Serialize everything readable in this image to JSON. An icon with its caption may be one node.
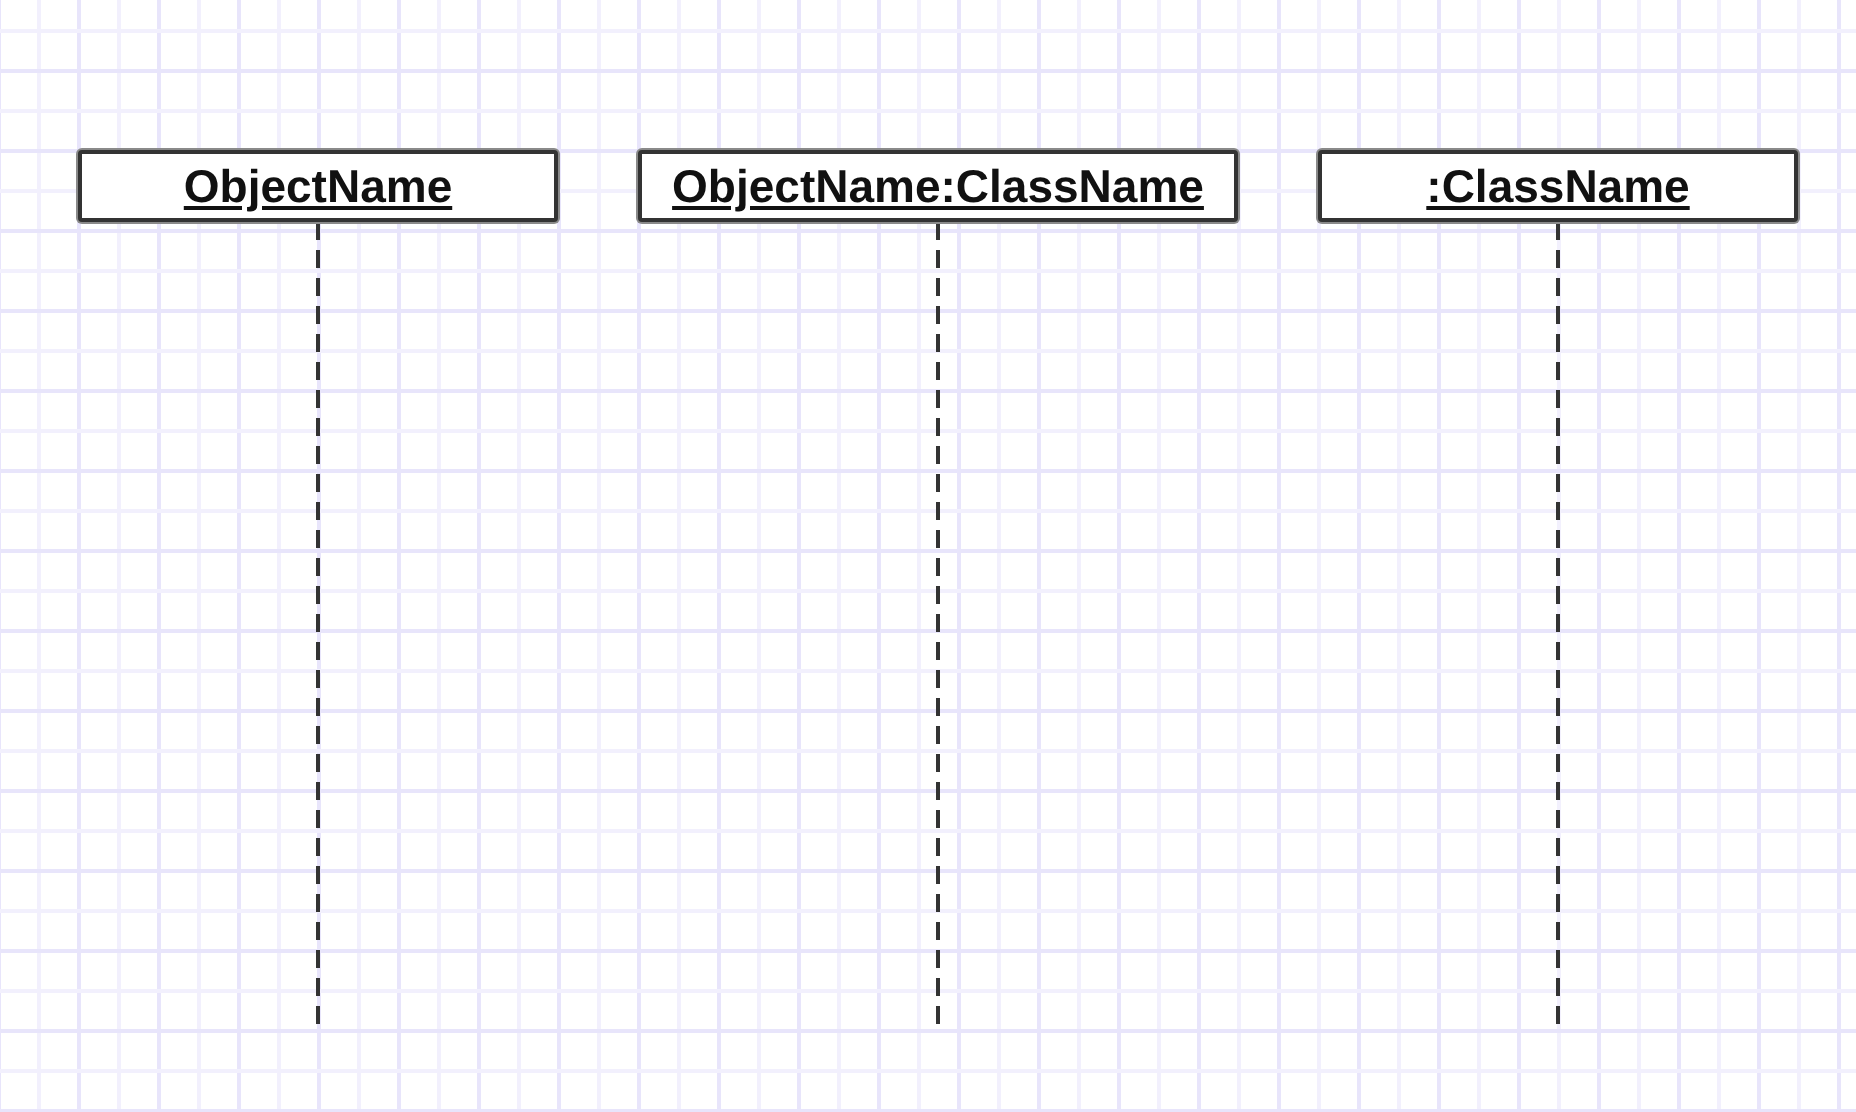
{
  "diagram": {
    "nodes": [
      {
        "text": [
          "ObjectName"
        ]
      },
      {
        "text": [
          "ObjectName:ClassName"
        ]
      },
      {
        "text": [
          ":ClassName"
        ]
      }
    ],
    "edges": [
      {
        "from": 0,
        "to": null,
        "arrow": "none",
        "style": "dashed"
      },
      {
        "from": 1,
        "to": null,
        "arrow": "none",
        "style": "dashed"
      },
      {
        "from": 2,
        "to": null,
        "arrow": "none",
        "style": "dashed"
      }
    ]
  }
}
